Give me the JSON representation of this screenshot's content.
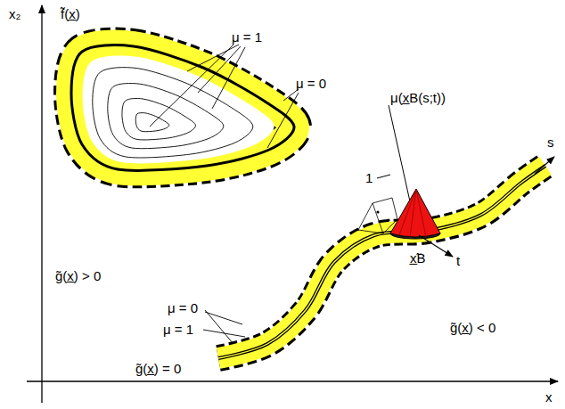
{
  "diagram": {
    "labels": [
      "x₂",
      "f̃(x̲)",
      "μ = 1",
      "μ = 0",
      "μ(x̲B(s;t))",
      "1",
      "s",
      "x̲̃B",
      "t",
      "μ = 0",
      "μ = 1",
      "g̃(x̲) > 0",
      "g̃(x̲) = 0",
      "g̃(x̲) < 0",
      "x"
    ]
  }
}
